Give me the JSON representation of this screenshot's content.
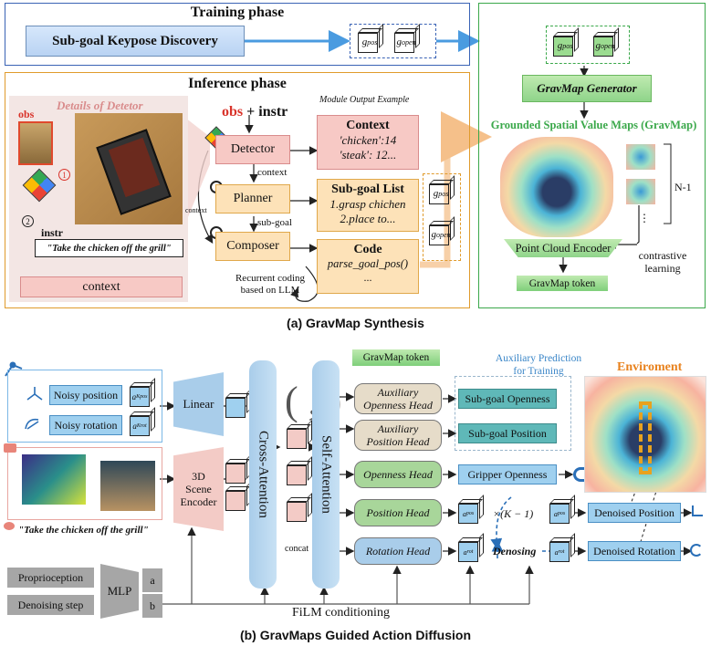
{
  "colors": {
    "training_border": "#3a63b5",
    "inference_border": "#e09b2c",
    "gravmap_border": "#3aa84a",
    "pink": "#f7c9c5",
    "teal": "#5fb8b8",
    "green": "#8fd48a",
    "lightblue": "#9fd0ef",
    "gray": "#a6a6a6"
  },
  "synthesis": {
    "training_title": "Training phase",
    "subgoal_discovery": "Sub-goal Keypose Discovery",
    "gpos": "g",
    "gpos_sup": "pos",
    "gopen": "g",
    "gopen_sup": "open",
    "inference_title": "Inference phase",
    "details_title": "Details of Detetor",
    "obs_label": "obs",
    "obs_plus": "obs",
    "plus_instr": "+ instr",
    "instr_label": "instr",
    "instr_text": "\"Take the chicken off the grill\"",
    "context_bar": "context",
    "badge1": "1",
    "badge2": "2",
    "module_output_caption": "Module Output Example",
    "detector": "Detector",
    "planner": "Planner",
    "composer": "Composer",
    "arrow_context": "context",
    "arrow_context_side": "context",
    "arrow_subgoal": "sub-goal",
    "recurrent": "Recurrent coding\nbased on LLM",
    "context_box_title": "Context",
    "context_box_l1": "'chicken':14",
    "context_box_l2": "'steak': 12...",
    "subgoal_title": "Sub-goal List",
    "subgoal_l1": "1.grasp chichen",
    "subgoal_l2": "2.place to...",
    "code_title": "Code",
    "code_l1": "parse_goal_pos()",
    "code_l2": "...",
    "gravmap_generator": "GravMap Generator",
    "grounded_title": "Grounded Spatial Value Maps (GravMap)",
    "n_minus_1": "N-1",
    "dots": "⋮",
    "pc_encoder": "Point Cloud Encoder",
    "contrastive": "contrastive\nlearning",
    "gravmap_token": "GravMap token",
    "caption_a": "(a) GravMap Synthesis"
  },
  "diffusion": {
    "noisy_position": "Noisy position",
    "noisy_rotation": "Noisy rotation",
    "ak_pos": "a",
    "ak_pos_sup": "pos",
    "ak_pos_sub": "K",
    "ak_rot_sup": "rot",
    "linear": "Linear",
    "scene_encoder": "3D\nScene\nEncoder",
    "cross_attention": "Cross-Attention",
    "self_attention": "Self-Attention",
    "concat": "concat",
    "instr_text": "\"Take the chicken off the grill\"",
    "gravmap_token": "GravMap token",
    "aux_pred": "Auxiliary Prediction\nfor Training",
    "aux_openness_head": "Auxiliary\nOpenness Head",
    "aux_position_head": "Auxiliary\nPosition Head",
    "openness_head": "Openness Head",
    "position_head": "Position Head",
    "rotation_head": "Rotation Head",
    "subgoal_openness": "Sub-goal Openness",
    "subgoal_position": "Sub-goal Position",
    "gripper_openness": "Gripper Openness",
    "times_k": "×(K − 1)",
    "denoising": "Denosing",
    "denoised_position": "Denoised Position",
    "denoised_rotation": "Denoised Rotation",
    "environment": "Enviroment",
    "proprioception": "Proprioception",
    "denoising_step": "Denoising step",
    "mlp": "MLP",
    "a": "a",
    "b": "b",
    "film": "FiLM conditioning",
    "caption_b": "(b) GravMaps Guided Action Diffusion"
  }
}
